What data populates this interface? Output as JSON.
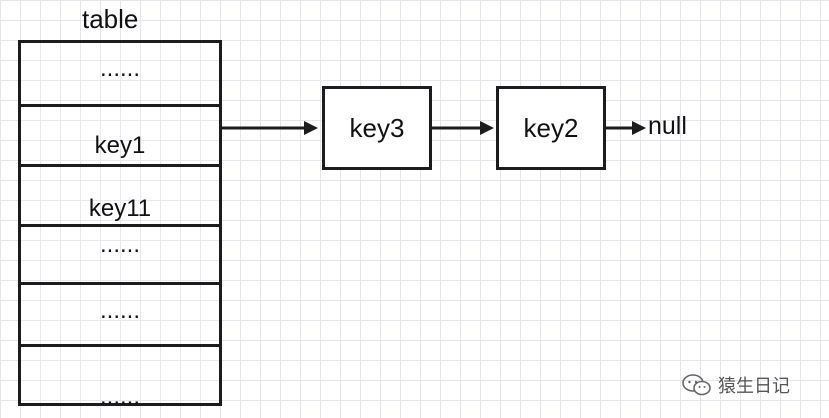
{
  "table": {
    "label": "table",
    "rows": [
      {
        "text": "......"
      },
      {
        "text": "key1"
      },
      {
        "text": "key11"
      },
      {
        "text": "......"
      },
      {
        "text": "......"
      },
      {
        "text": "......"
      }
    ]
  },
  "chain": {
    "nodes": [
      "key3",
      "key2"
    ],
    "terminal": "null"
  },
  "watermark": {
    "text": "猿生日记",
    "icon": "wechat-icon"
  }
}
